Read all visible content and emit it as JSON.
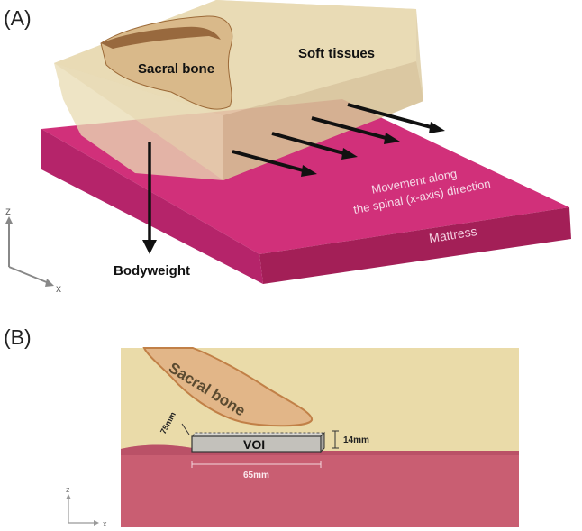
{
  "panel_a": {
    "letter": "(A)",
    "label_sacral": "Sacral bone",
    "label_soft": "Soft tissues",
    "label_move_1": "Movement along",
    "label_move_2": "the spinal (x-axis) direction",
    "label_mattress": "Mattress",
    "label_bodyweight": "Bodyweight",
    "axis_z": "z",
    "axis_x": "x"
  },
  "panel_b": {
    "letter": "(B)",
    "label_sacral": "Sacral bone",
    "label_voi": "VOI",
    "dim_width": "65mm",
    "dim_height": "14mm",
    "dim_gap": "75mm",
    "axis_z": "z",
    "axis_x": "x"
  },
  "colors": {
    "mattress_top": "#d1307a",
    "mattress_side": "#a5215a",
    "soft_tissue": "#e7d9ae",
    "bone": "#d8b98a",
    "bone_outline": "#b57b3f",
    "mattress_b": "#c95e72",
    "voi": "#c3c1bb"
  }
}
